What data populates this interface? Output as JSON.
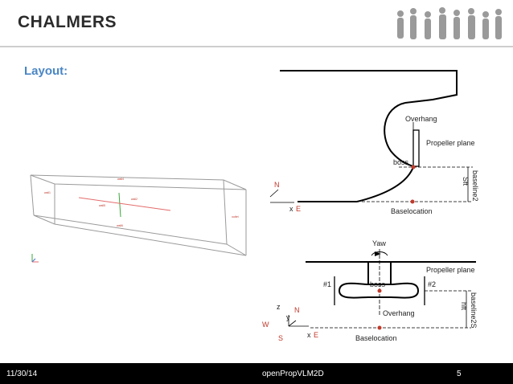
{
  "header": {
    "logo_text": "CHALMERS"
  },
  "slide": {
    "title": "Layout:"
  },
  "footer": {
    "date": "11/30/14",
    "title": "openPropVLM2D",
    "page": "5"
  },
  "side_view": {
    "overhang": "Overhang",
    "propeller_plane": "Propeller plane",
    "boss": "boss",
    "baseline": "baseline2",
    "sft": "Sft",
    "north": "N",
    "x_axis": "x",
    "east": "E",
    "baselocation": "Baselocation"
  },
  "top_view": {
    "yaw": "Yaw",
    "propeller_plane": "Propeller plane",
    "hash1": "#1",
    "hash2": "#2",
    "boss": "boss",
    "overhang": "Overhang",
    "baseline": "baseline2S",
    "hft": "hft",
    "z_axis": "z",
    "north": "N",
    "y_axis": "y",
    "west": "W",
    "x_axis": "x",
    "east": "E",
    "south": "S",
    "baselocation": "Baselocation"
  },
  "box_view": {
    "labels": [
      "wall4",
      "wall1",
      "wall2",
      "wall5",
      "outlet",
      "wall6"
    ]
  },
  "colors": {
    "title": "#4a86c5",
    "accent": "#c0392b",
    "footer_bg": "#000000"
  }
}
